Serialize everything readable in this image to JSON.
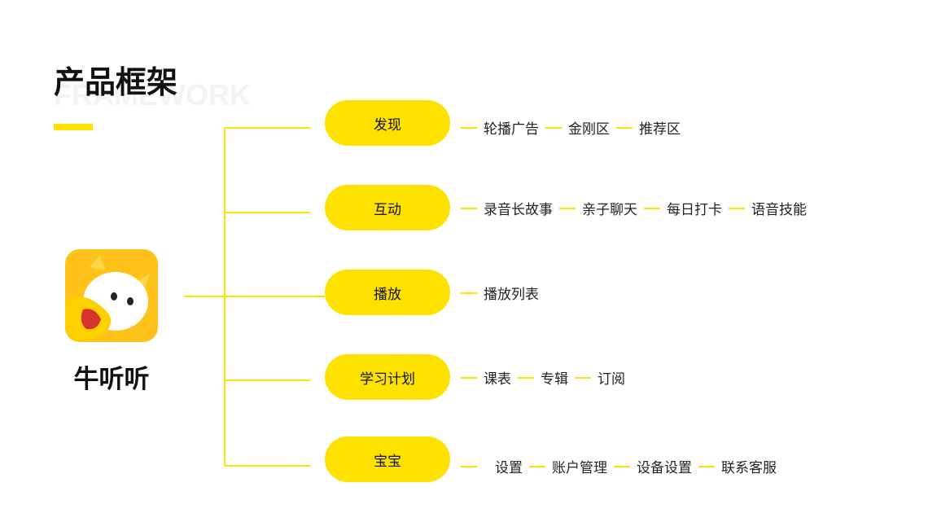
{
  "header": {
    "title": "产品框架",
    "subtitle_en": "FRAMEWORK"
  },
  "app": {
    "name": "牛听听",
    "icon": "cartoon-cow-mascot-icon"
  },
  "colors": {
    "accent": "#ffe100",
    "text": "#222222"
  },
  "modules": [
    {
      "label": "发现",
      "items": [
        "轮播广告",
        "金刚区",
        "推荐区"
      ]
    },
    {
      "label": "互动",
      "items": [
        "录音长故事",
        "亲子聊天",
        "每日打卡",
        "语音技能"
      ]
    },
    {
      "label": "播放",
      "items": [
        "播放列表"
      ]
    },
    {
      "label": "学习计划",
      "items": [
        "课表",
        "专辑",
        "订阅"
      ]
    },
    {
      "label": "宝宝",
      "items": [
        "设置",
        "账户管理",
        "设备设置",
        "联系客服"
      ]
    }
  ]
}
